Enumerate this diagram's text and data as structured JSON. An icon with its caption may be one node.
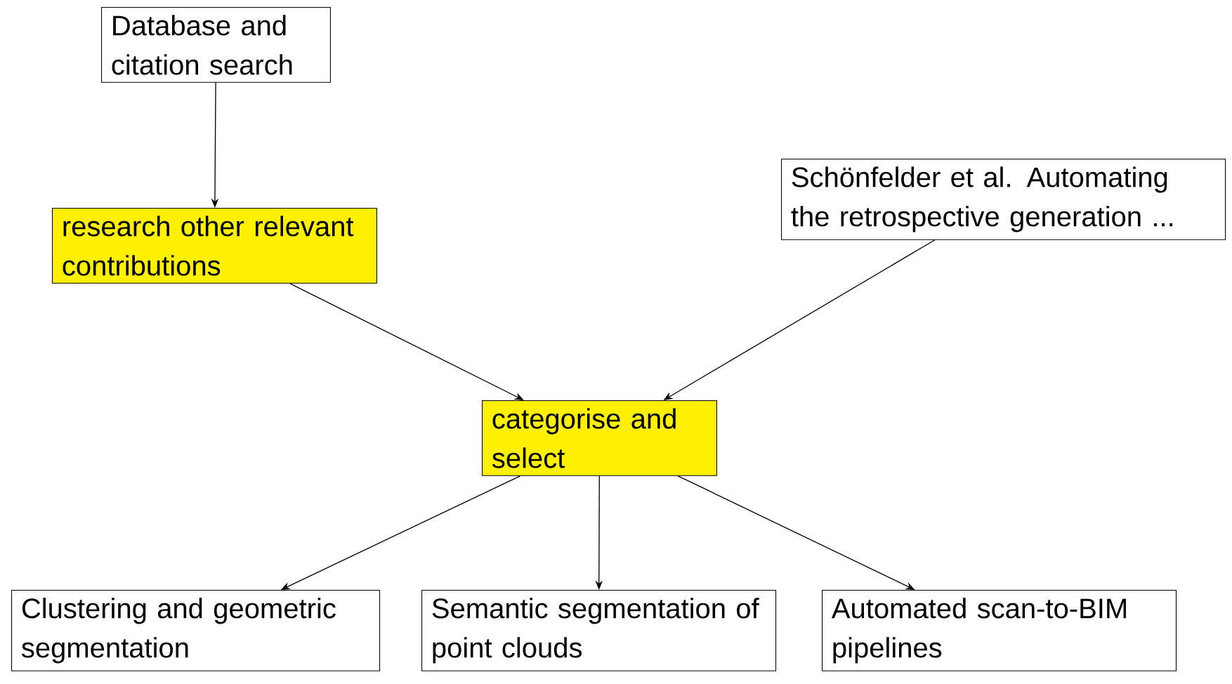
{
  "diagram": {
    "nodes": [
      {
        "text": [
          "Database and citation search"
        ]
      },
      {
        "text": [
          "research other relevant contributions"
        ]
      },
      {
        "text": [
          "Schönfelder et al. Automating the retrospective generation ..."
        ]
      },
      {
        "text": [
          "categorise and select"
        ]
      },
      {
        "text": [
          "Clustering and geometric segmentation"
        ]
      },
      {
        "text": [
          "Semantic segmentation of point clouds"
        ]
      },
      {
        "text": [
          "Automated scan-to-BIM pipelines"
        ]
      }
    ],
    "edges": [
      {
        "from": 0,
        "to": 1,
        "arrow": "to"
      },
      {
        "from": 1,
        "to": 3,
        "arrow": "to"
      },
      {
        "from": 2,
        "to": 3,
        "arrow": "to"
      },
      {
        "from": 3,
        "to": 4,
        "arrow": "to"
      },
      {
        "from": 3,
        "to": 5,
        "arrow": "to"
      },
      {
        "from": 3,
        "to": 6,
        "arrow": "to"
      }
    ]
  }
}
